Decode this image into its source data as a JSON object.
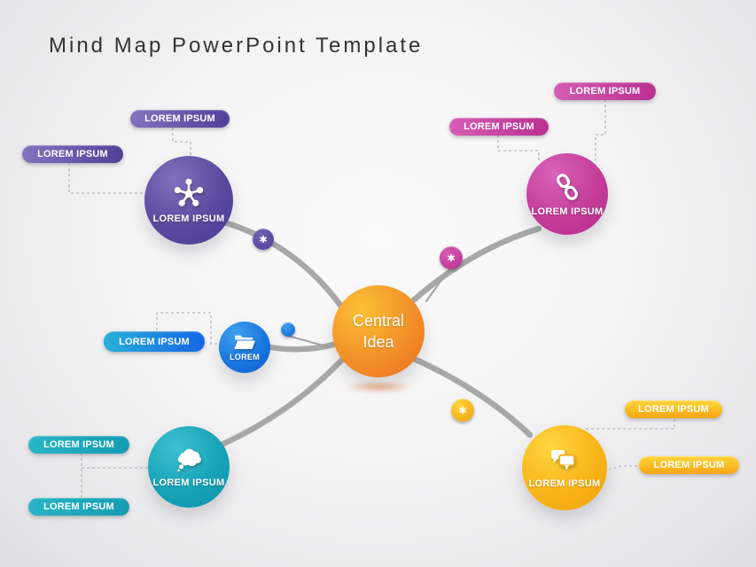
{
  "title": "Mind Map PowerPoint Template",
  "central": {
    "line1": "Central",
    "line2": "Idea",
    "color": "#ee7c28"
  },
  "badge_glyph": "✱",
  "colors": {
    "purple": "#5b49a0",
    "pink": "#c43d99",
    "blue": "#1976e0",
    "teal": "#17a3b8",
    "yellow": "#f9b519",
    "central_orange": "#f29029",
    "branch_gray": "#a8a8a8"
  },
  "nodes": {
    "purple": {
      "label": "LOREM IPSUM",
      "icon": "network-icon",
      "pills": [
        "LOREM IPSUM",
        "LOREM IPSUM"
      ]
    },
    "pink": {
      "label": "LOREM IPSUM",
      "icon": "chain-link-icon",
      "pills": [
        "LOREM IPSUM",
        "LOREM IPSUM"
      ]
    },
    "blue": {
      "label": "LOREM",
      "icon": "open-folder-icon",
      "pills": [
        "LOREM IPSUM"
      ]
    },
    "teal": {
      "label": "LOREM IPSUM",
      "icon": "thought-cloud-icon",
      "pills": [
        "LOREM IPSUM",
        "LOREM IPSUM"
      ]
    },
    "yellow": {
      "label": "LOREM IPSUM",
      "icon": "chat-bubbles-icon",
      "pills": [
        "LOREM IPSUM",
        "LOREM IPSUM"
      ]
    }
  }
}
